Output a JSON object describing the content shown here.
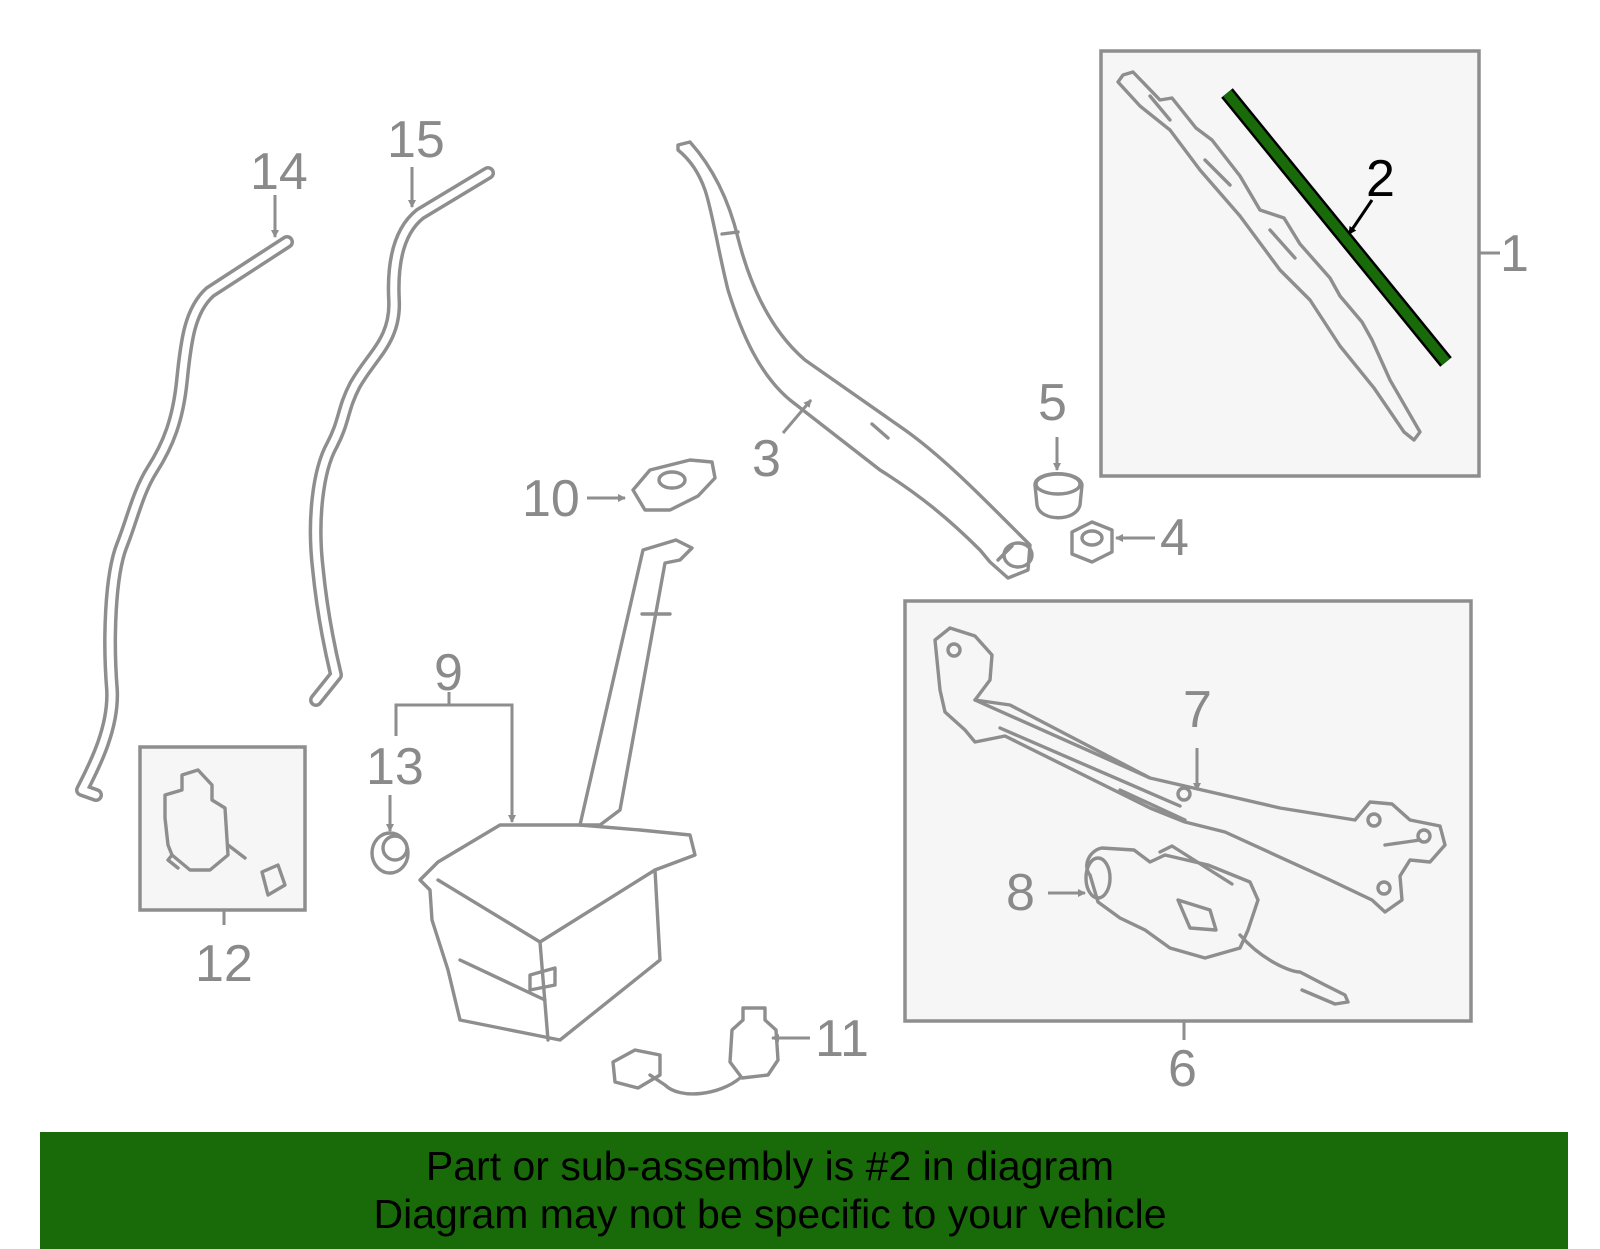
{
  "diagram": {
    "callouts": {
      "c1": "1",
      "c2": "2",
      "c3": "3",
      "c4": "4",
      "c5": "5",
      "c6": "6",
      "c7": "7",
      "c8": "8",
      "c9": "9",
      "c10": "10",
      "c11": "11",
      "c12": "12",
      "c13": "13",
      "c14": "14",
      "c15": "15"
    },
    "highlight_part": "2",
    "colors": {
      "highlight": "#196b0a",
      "line": "#8e8e8e",
      "box_fill": "#f6f6f6"
    }
  },
  "banner": {
    "line1": "Part or sub-assembly is #2 in diagram",
    "line2": "Diagram may not be specific to your vehicle"
  }
}
